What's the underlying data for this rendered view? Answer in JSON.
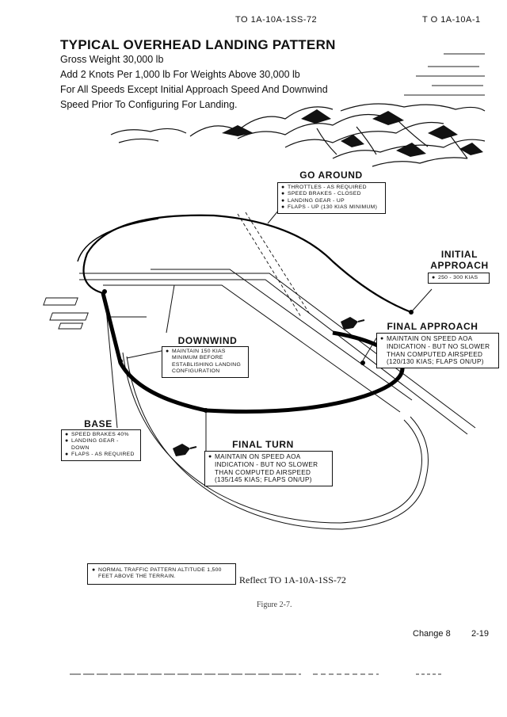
{
  "header": {
    "left_code": "TO 1A-10A-1SS-72",
    "right_code": "T O  1A-10A-1"
  },
  "title": "TYPICAL OVERHEAD LANDING PATTERN",
  "subtitle_lines": [
    "Gross Weight 30,000 lb",
    "Add 2 Knots Per 1,000 lb For Weights Above 30,000 lb",
    "For All Speeds Except Initial Approach Speed  And Downwind",
    "Speed Prior To Configuring For Landing."
  ],
  "go_around": {
    "label": "GO AROUND",
    "items": [
      "THROTTLES - AS REQUIRED",
      "SPEED BRAKES - CLOSED",
      "LANDING GEAR - UP",
      "FLAPS - UP (130 KIAS MINIMUM)"
    ]
  },
  "initial_approach": {
    "label_line1": "INITIAL",
    "label_line2": "APPROACH",
    "items": [
      "250 - 300 KIAS"
    ]
  },
  "final_approach": {
    "label": "FINAL  APPROACH",
    "items": [
      "MAINTAIN ON SPEED AOA INDICATION - BUT NO SLOWER THAN COMPUTED AIRSPEED (120/130 KIAS; FLAPS ON/UP)"
    ]
  },
  "downwind": {
    "label": "DOWNWIND",
    "items": [
      "MAINTAIN 150 KIAS MINIMUM BEFORE ESTABLISHING LANDING CONFIGURATION"
    ]
  },
  "base": {
    "label": "BASE",
    "items": [
      "SPEED BRAKES 40%",
      "LANDING GEAR - DOWN",
      "FLAPS - AS REQUIRED"
    ]
  },
  "final_turn": {
    "label": "FINAL TURN",
    "items": [
      "MAINTAIN ON SPEED AOA INDICATION - BUT NO SLOWER THAN COMPUTED AIRSPEED (135/145 KIAS; FLAPS ON/UP)"
    ]
  },
  "note": {
    "items": [
      "NORMAL TRAFFIC PATTERN ALTITUDE 1,500 FEET ABOVE THE TERRAIN."
    ]
  },
  "reflect": "Reflect TO 1A-10A-1SS-72",
  "figure": "Figure 2-7.",
  "footer": {
    "change": "Change 8",
    "page": "2-19"
  }
}
